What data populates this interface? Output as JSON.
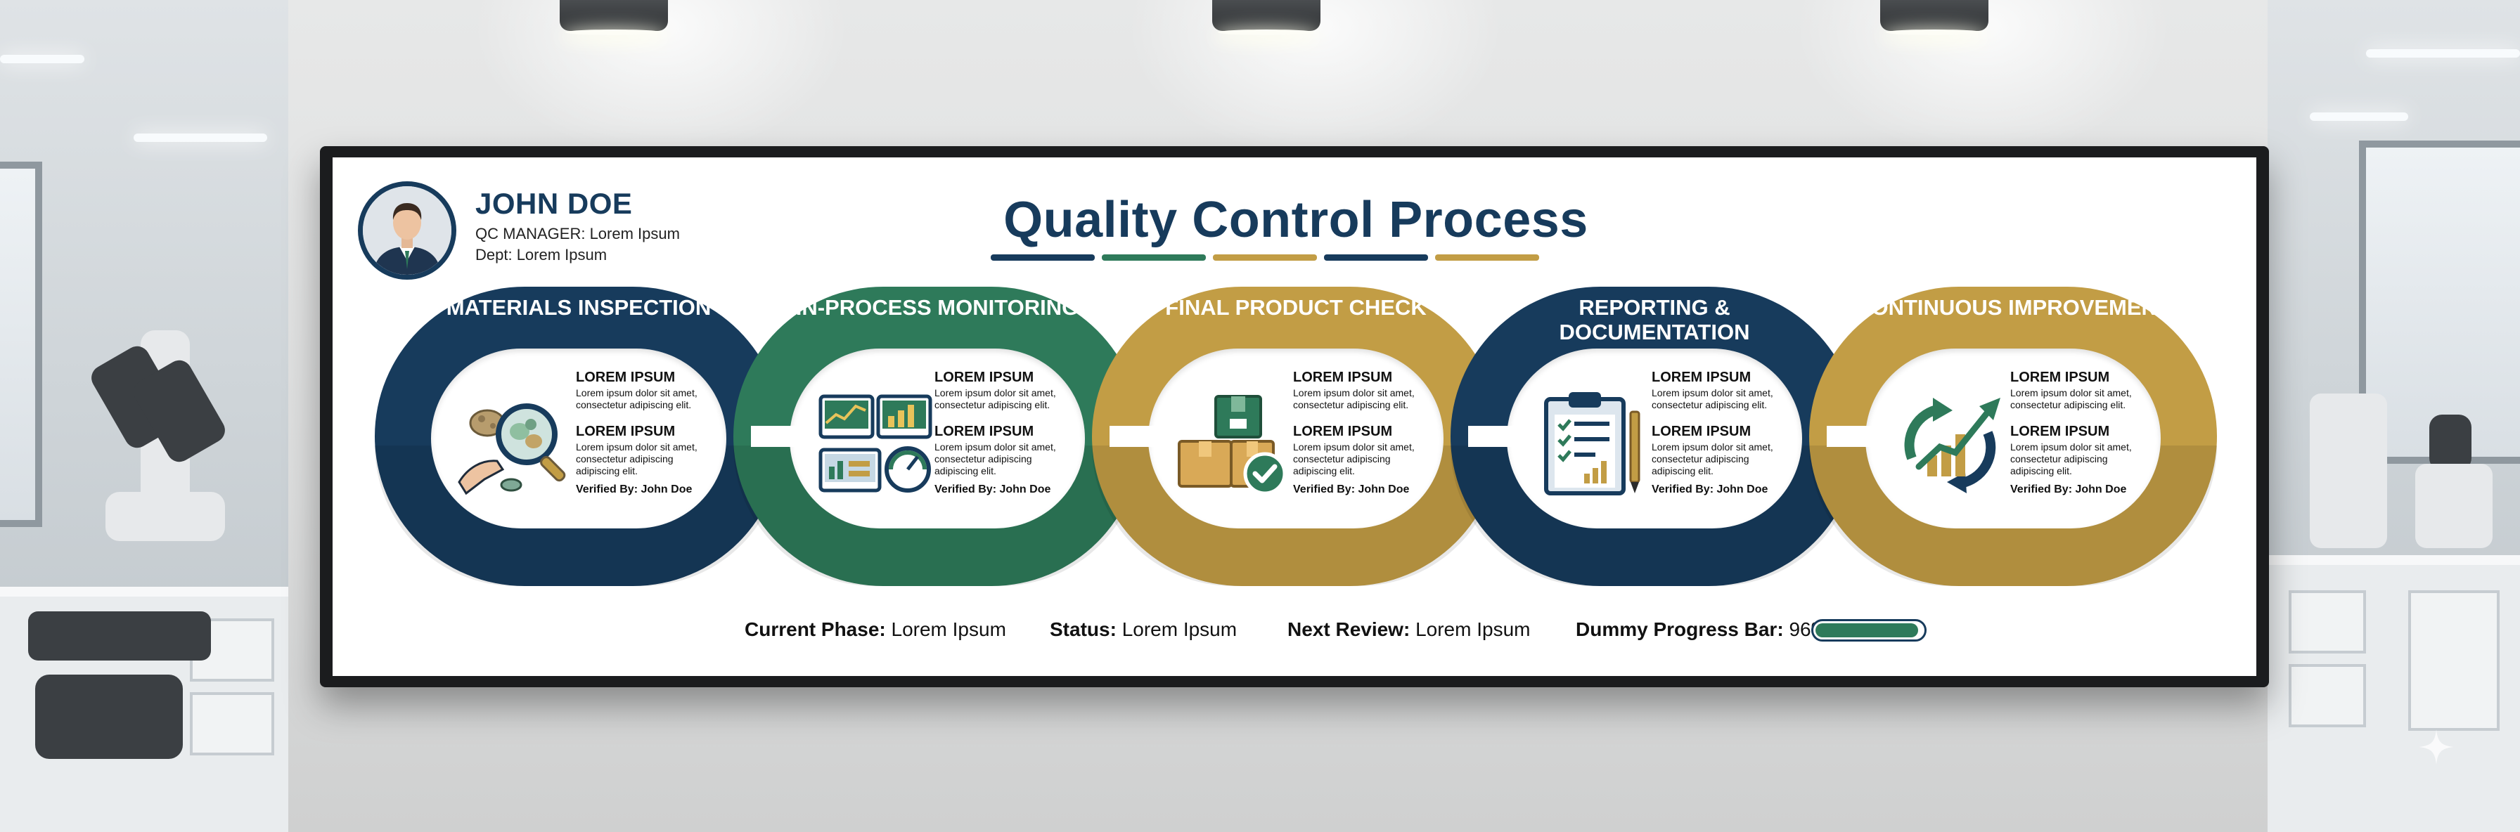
{
  "colors": {
    "navy": "#173b5c",
    "green": "#2e7a5a",
    "gold": "#c29d45",
    "title_bars": [
      "#173b5c",
      "#2e7a5a",
      "#c29d45",
      "#173b5c",
      "#c29d45"
    ]
  },
  "profile": {
    "name": "JOHN DOE",
    "role": "QC MANAGER: Lorem Ipsum",
    "dept": "Dept: Lorem Ipsum"
  },
  "title": "Quality Control Process",
  "stages": [
    {
      "heading": "MATERIALS INSPECTION",
      "color": "#173b5c",
      "icon": "magnifier-materials-icon",
      "items": [
        {
          "title": "LOREM IPSUM",
          "body": "Lorem ipsum dolor sit amet, consectetur adipiscing elit."
        },
        {
          "title": "LOREM IPSUM",
          "body": "Lorem ipsum dolor sit amet, consectetur adipiscing adipiscing elit."
        }
      ],
      "verified": "Verified By: John Doe"
    },
    {
      "heading": "IN-PROCESS MONITORING",
      "color": "#2e7a5a",
      "icon": "monitoring-dashboard-icon",
      "items": [
        {
          "title": "LOREM IPSUM",
          "body": "Lorem ipsum dolor sit amet, consectetur adipiscing elit."
        },
        {
          "title": "LOREM IPSUM",
          "body": "Lorem ipsum dolor sit amet, consectetur adipiscing adipiscing elit."
        }
      ],
      "verified": "Verified By: John Doe"
    },
    {
      "heading": "FINAL PRODUCT CHECK",
      "color": "#c29d45",
      "icon": "boxes-check-icon",
      "items": [
        {
          "title": "LOREM IPSUM",
          "body": "Lorem ipsum dolor sit amet, consectetur adipiscing elit."
        },
        {
          "title": "LOREM IPSUM",
          "body": "Lorem ipsum dolor sit amet, consectetur adipiscing adipiscing elit."
        }
      ],
      "verified": "Verified By: John Doe"
    },
    {
      "heading": "REPORTING & DOCUMENTATION",
      "color": "#173b5c",
      "icon": "clipboard-report-icon",
      "items": [
        {
          "title": "LOREM IPSUM",
          "body": "Lorem ipsum dolor sit amet, consectetur adipiscing elit."
        },
        {
          "title": "LOREM IPSUM",
          "body": "Lorem ipsum dolor sit amet, consectetur adipiscing adipiscing elit."
        }
      ],
      "verified": "Verified By: John Doe"
    },
    {
      "heading": "CONTINUOUS IMPROVEMENT",
      "color": "#c29d45",
      "icon": "growth-cycle-icon",
      "items": [
        {
          "title": "LOREM IPSUM",
          "body": "Lorem ipsum dolor sit amet, consectetur adipiscing elit."
        },
        {
          "title": "LOREM IPSUM",
          "body": "Lorem ipsum dolor sit amet, consectetur adipiscing adipiscing elit."
        }
      ],
      "verified": "Verified By: John Doe"
    }
  ],
  "status_bar": {
    "current_phase_label": "Current Phase:",
    "current_phase_value": "Lorem Ipsum",
    "status_label": "Status:",
    "status_value": "Lorem Ipsum",
    "next_review_label": "Next Review:",
    "next_review_value": "Lorem Ipsum",
    "progress_label": "Dummy Progress Bar:",
    "progress_text": "96%",
    "progress_value": 0.96
  }
}
